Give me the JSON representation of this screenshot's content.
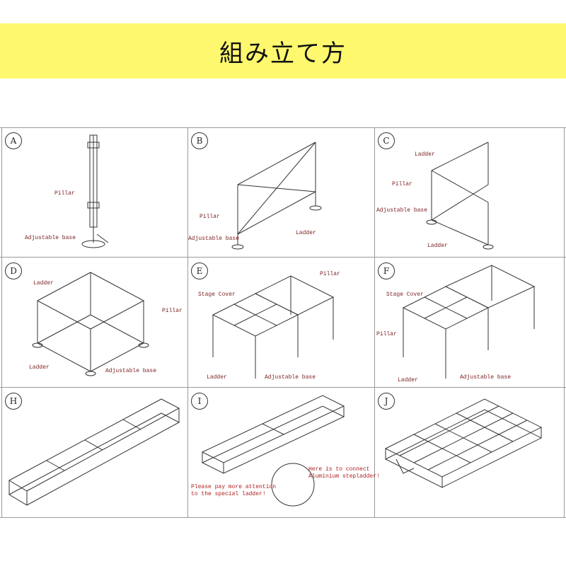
{
  "banner": {
    "title": "組み立て方"
  },
  "panels": [
    {
      "letter": "A",
      "labels": {
        "pillar": "Pillar",
        "adjustable_base": "Adjustable base"
      }
    },
    {
      "letter": "B",
      "labels": {
        "pillar": "Pillar",
        "adjustable_base": "Adjustable base",
        "ladder": "Ladder"
      }
    },
    {
      "letter": "C",
      "labels": {
        "ladder_top": "Ladder",
        "pillar": "Pillar",
        "adjustable_base": "Adjustable base",
        "ladder_bottom": "Ladder"
      }
    },
    {
      "letter": "D",
      "labels": {
        "ladder_top": "Ladder",
        "pillar": "Pillar",
        "ladder_bottom": "Ladder",
        "adjustable_base": "Adjustable base"
      }
    },
    {
      "letter": "E",
      "labels": {
        "pillar": "Pillar",
        "stage_cover": "Stage Cover",
        "ladder": "Ladder",
        "adjustable_base": "Adjustable base"
      }
    },
    {
      "letter": "F",
      "labels": {
        "stage_cover": "Stage Cover",
        "pillar": "Pillar",
        "ladder": "Ladder",
        "adjustable_base": "Adjustable base"
      }
    },
    {
      "letter": "H",
      "labels": {}
    },
    {
      "letter": "I",
      "labels": {
        "note_left_1": "Please pay more attention",
        "note_left_2": "to the special ladder!",
        "note_right_1": "Here is to connect",
        "note_right_2": "Aluminium stepladder!"
      }
    },
    {
      "letter": "J",
      "labels": {}
    }
  ]
}
